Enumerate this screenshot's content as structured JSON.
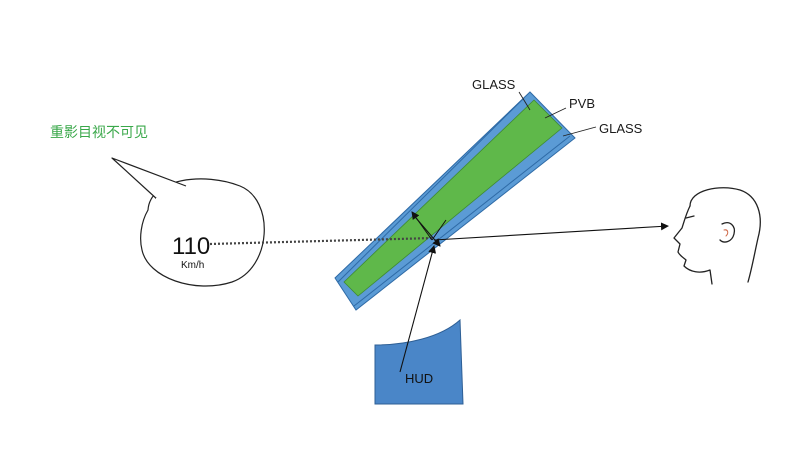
{
  "diagram": {
    "label_glass_top": "GLASS",
    "label_pvb": "PVB",
    "label_glass_bottom": "GLASS",
    "bubble_note": "重影目视不可见",
    "speed_value": "110",
    "speed_unit": "Km/h",
    "hud_label": "HUD"
  },
  "colors": {
    "glass": "#5b9bd5",
    "pvb": "#5fb84a",
    "hud": "#4a86c8",
    "note": "#3aa84a"
  }
}
